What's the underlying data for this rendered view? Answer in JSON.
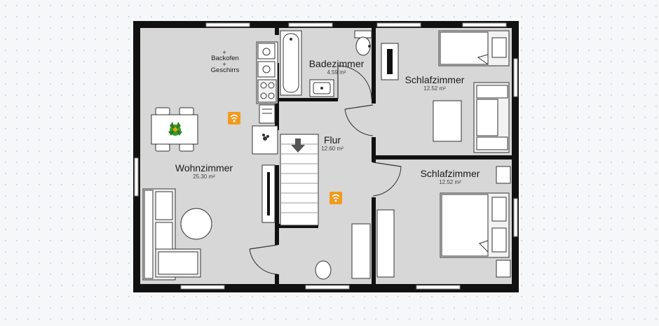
{
  "rooms": {
    "wohnzimmer": {
      "name": "Wohnzimmer",
      "area": "25.30 m²"
    },
    "badezimmer": {
      "name": "Badezimmer",
      "area": "4.59 m²"
    },
    "schlafzimmer_1": {
      "name": "Schlafzimmer",
      "area": "12.52 m²"
    },
    "schlafzimmer_2": {
      "name": "Schlafzimmer",
      "area": "12.52 m²"
    },
    "flur": {
      "name": "Flur",
      "area": "12.60 m²"
    }
  },
  "kitchen_notes": {
    "line1": "Backofen",
    "line2": "Geschirrs"
  },
  "colors": {
    "wall": "#111111",
    "floor": "#d7d7d7",
    "wifi": "#f39a1d",
    "background": "#f6f7f9"
  },
  "icons": [
    "wifi-icon",
    "plant-icon",
    "stair-arrow-icon"
  ]
}
